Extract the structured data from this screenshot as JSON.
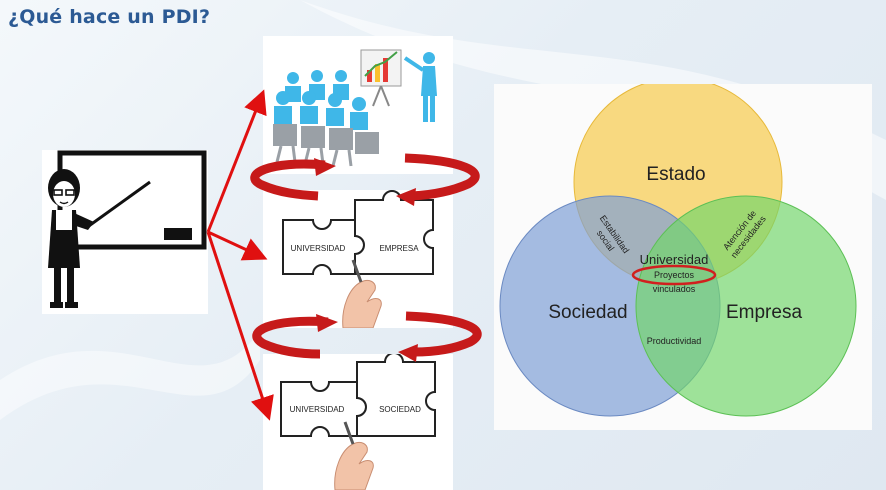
{
  "title": "¿Qué hace un PDI?",
  "puzzle_top": {
    "left_piece": "UNIVERSIDAD",
    "right_piece": "EMPRESA"
  },
  "puzzle_bottom": {
    "left_piece": "UNIVERSIDAD",
    "right_piece": "SOCIEDAD"
  },
  "venn": {
    "circles": {
      "estado": {
        "label": "Estado",
        "color": "#f7cf5e"
      },
      "sociedad": {
        "label": "Sociedad",
        "color": "#7f9fd6"
      },
      "empresa": {
        "label": "Empresa",
        "color": "#72d66a"
      }
    },
    "intersections": {
      "estado_sociedad": [
        "Estabilidad",
        "social"
      ],
      "estado_empresa": [
        "Atención de",
        "necesidades"
      ],
      "sociedad_empresa": "Productividad",
      "center_title": "Universidad",
      "center": [
        "Proyectos",
        "vinculados"
      ]
    },
    "highlight_color": "#d11f1f"
  },
  "colors": {
    "title": "#2c5a94",
    "arrow": "#e01010",
    "audience": "#3fb7e8"
  }
}
